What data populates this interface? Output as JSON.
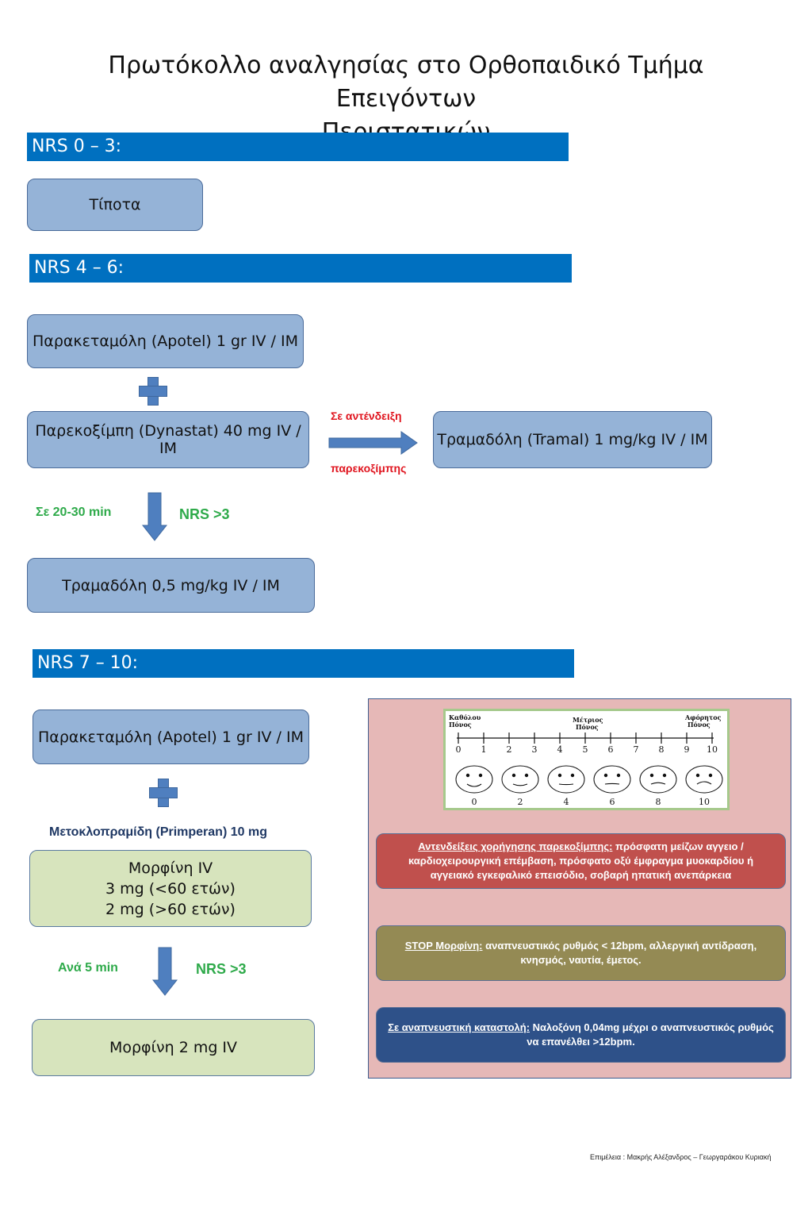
{
  "title_line1": "Πρωτόκολλο αναλγησίας στο Ορθοπαιδικό Τμήμα Επειγόντων",
  "title_line2": "Περιστατικών",
  "sections": {
    "nrs_low": {
      "header": "NRS 0 – 3:",
      "box": "Τίποτα"
    },
    "nrs_mid": {
      "header": "NRS 4 – 6:",
      "paracetamol": "Παρακεταμόλη (Apotel) 1 gr IV / IM",
      "parecoxib": "Παρεκοξίμπη (Dynastat) 40 mg IV / IM",
      "contra_top": "Σε αντένδειξη",
      "contra_bottom": "παρεκοξίμπης",
      "tramadol_alt": "Τραμαδόλη (Tramal) 1 mg/kg IV / IM",
      "time_label": "Σε 20-30 min",
      "nrs_label": "NRS >3",
      "tramadol": "Τραμαδόλη 0,5 mg/kg IV / IM"
    },
    "nrs_high": {
      "header": "NRS 7 – 10:",
      "paracetamol": "Παρακεταμόλη (Apotel) 1 gr IV / IM",
      "metoclopramide": "Μετοκλοπραμίδη (Primperan) 10 mg",
      "morphine_line1": "Μορφίνη IV",
      "morphine_line2": "3 mg (<60 ετών)",
      "morphine_line3": "2 mg (>60 ετών)",
      "time_label": "Ανά 5 min",
      "nrs_label": "NRS >3",
      "morphine_repeat": "Μορφίνη 2 mg IV"
    }
  },
  "pain_scale": {
    "label_none_1": "Καθόλου",
    "label_none_2": "Πόνος",
    "label_mid_1": "Μέτριος",
    "label_mid_2": "Πόνος",
    "label_max_1": "Αφόρητος",
    "label_max_2": "Πόνος",
    "ticks": [
      "0",
      "1",
      "2",
      "3",
      "4",
      "5",
      "6",
      "7",
      "8",
      "9",
      "10"
    ],
    "face_labels": [
      "0",
      "2",
      "4",
      "6",
      "8",
      "10"
    ]
  },
  "notes": {
    "contraindications_title": "Αντενδείξεις χορήγησης παρεκοξίμπης:",
    "contraindications_text": " πρόσφατη μείζων αγγειο / καρδιοχειρουργική επέμβαση, πρόσφατο οξύ έμφραγμα μυοκαρδίου ή αγγειακό εγκεφαλικό επεισόδιο, σοβαρή ηπατική ανεπάρκεια",
    "stop_title": "STOP Μορφίνη:",
    "stop_text": " αναπνευστικός ρυθμός < 12bpm, αλλεργική αντίδραση, κνησμός, ναυτία, έμετος.",
    "depression_title": "Σε αναπνευστική καταστολή:",
    "depression_text": " Ναλοξόνη 0,04mg μέχρι ο αναπνευστικός ρυθμός να επανέλθει >12bpm."
  },
  "credit": "Επιμέλεια : Μακρής Αλέξανδρος – Γεωργαράκου Κυριακή",
  "colors": {
    "header_bar": "#0070c0",
    "box_blue": "#95b3d7",
    "box_green": "#d7e4bd",
    "note_red": "#c0504d",
    "note_olive": "#948a54",
    "note_navy": "#2e5189",
    "panel_pink": "#e6b8b7",
    "label_green": "#2eaa4a",
    "label_red": "#e0141e"
  }
}
